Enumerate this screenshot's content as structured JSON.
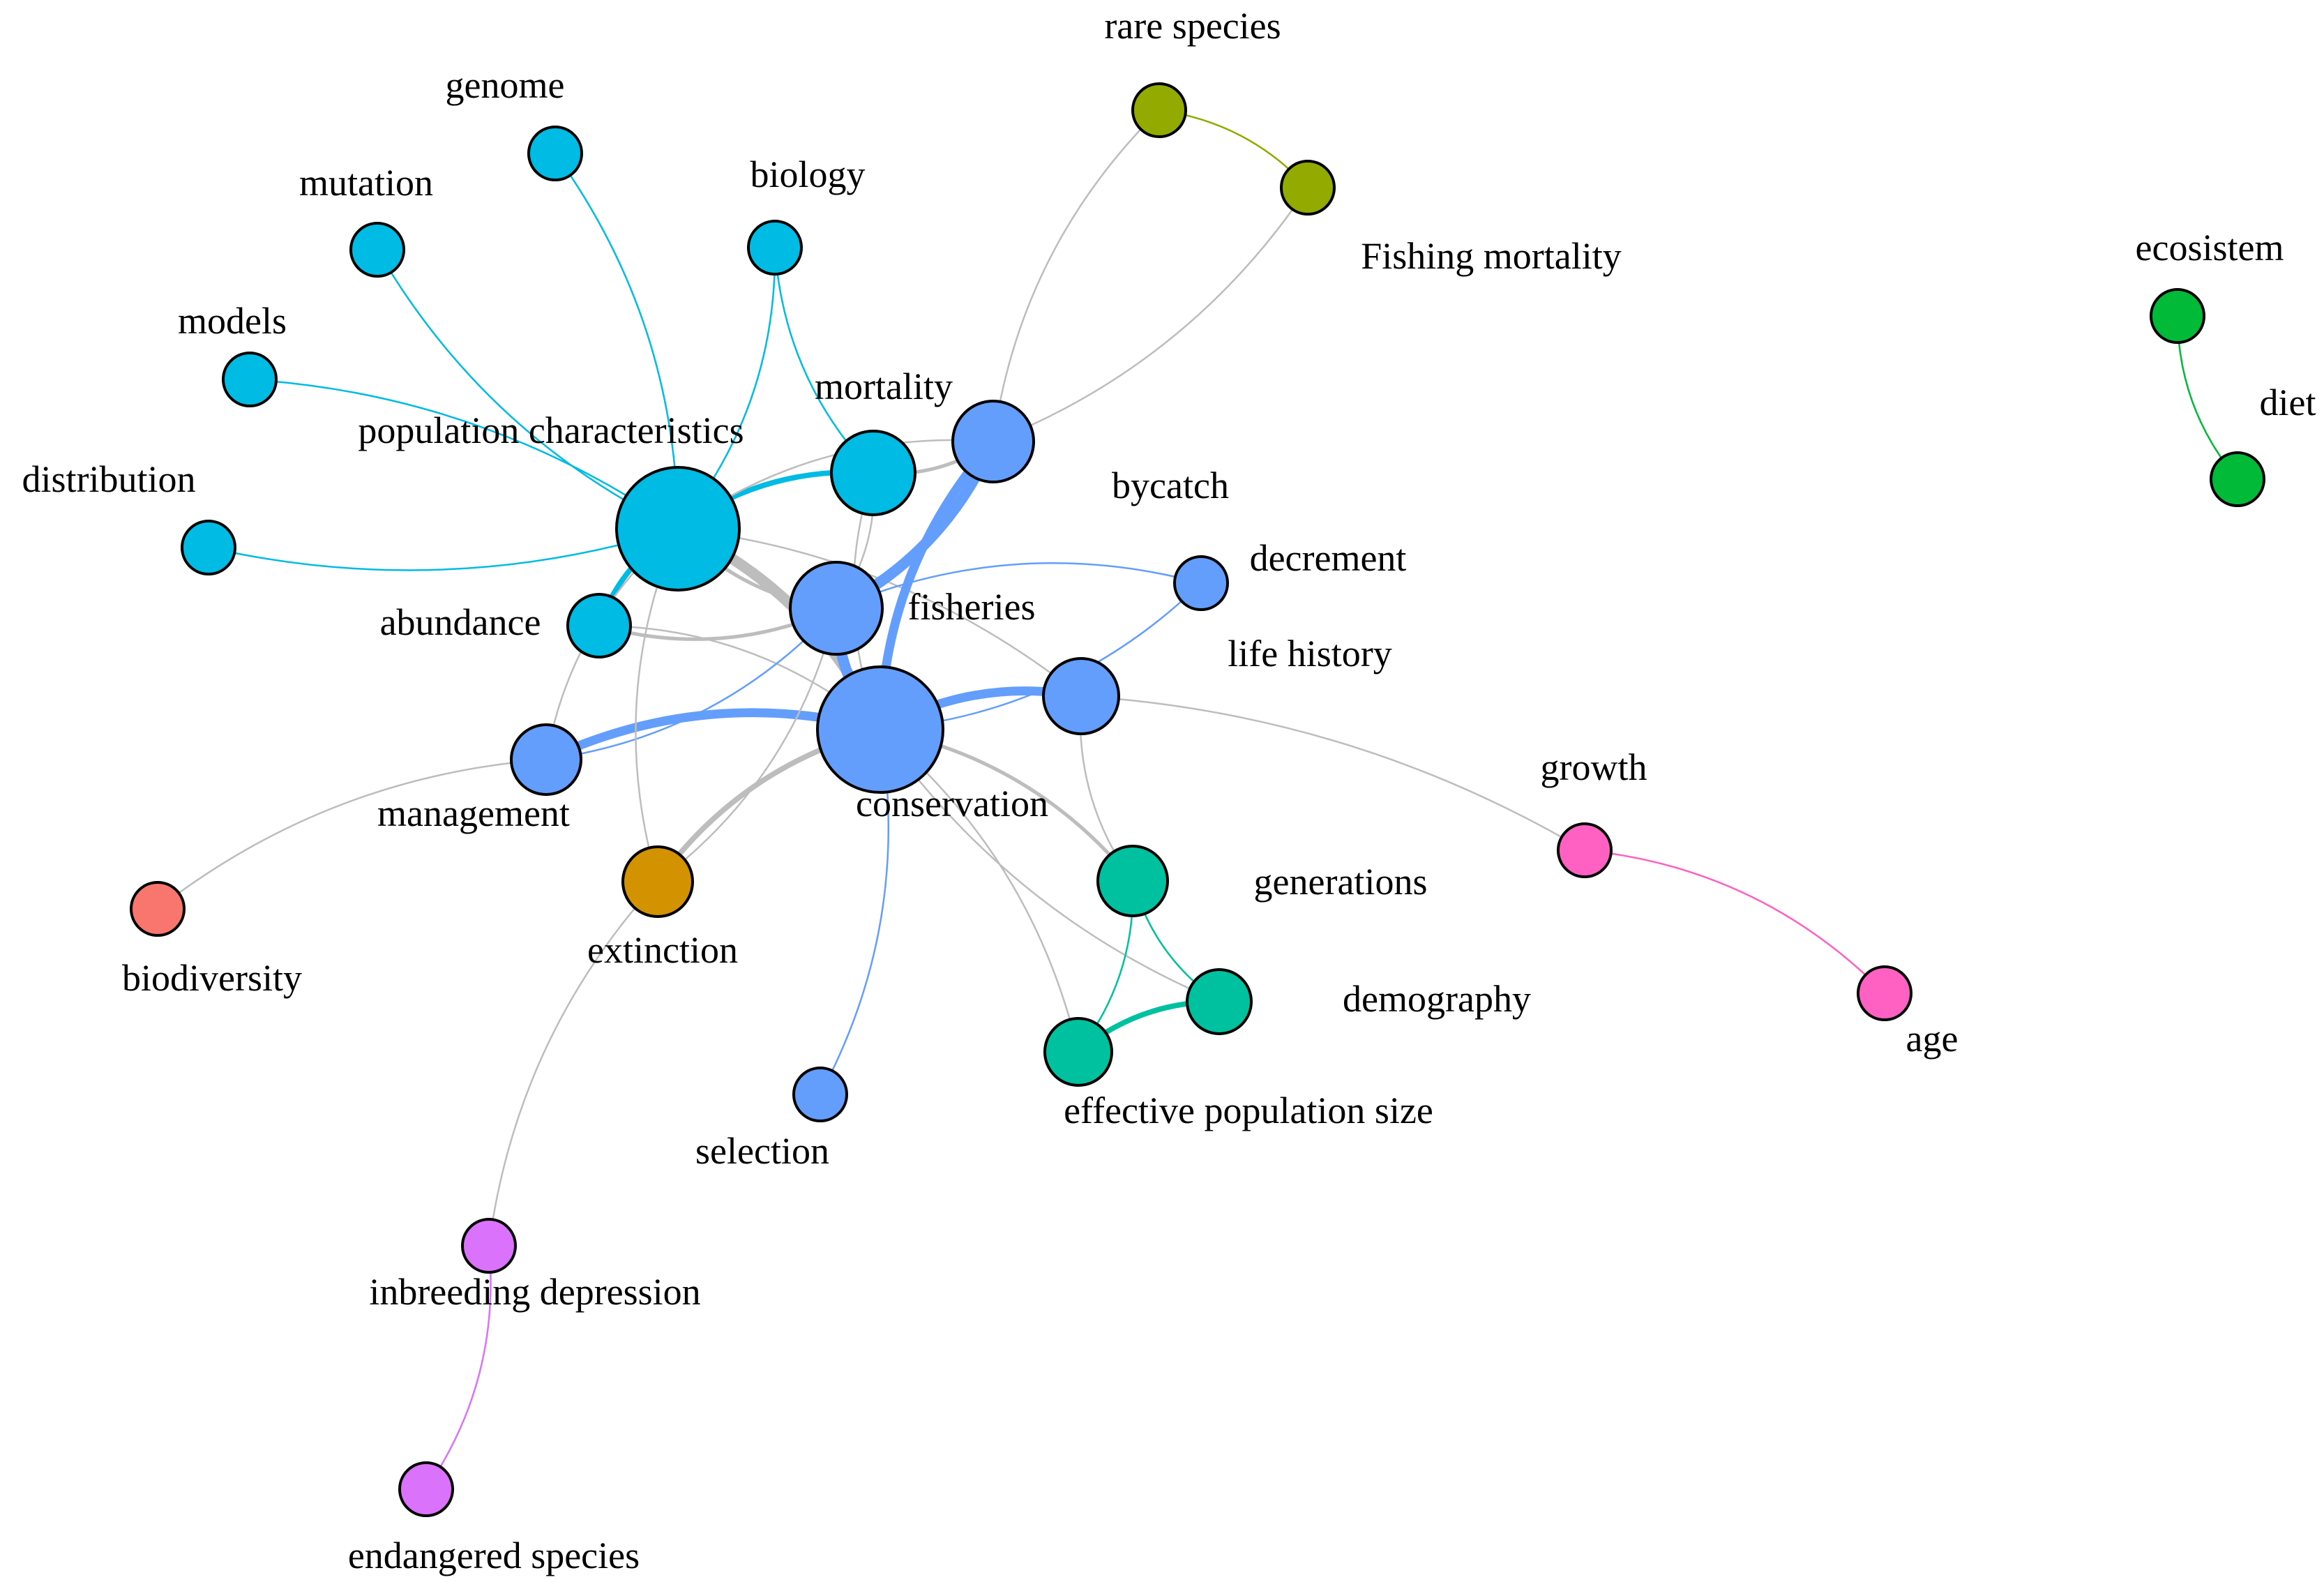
{
  "clusters": {
    "population": "#00BBE3",
    "conservation": "#649EFC",
    "fishing": "#93AA00",
    "ecology": "#00BA38",
    "genetics": "#00C19F",
    "growth": "#FF61C3",
    "biodiversity": "#F8766D",
    "extinction": "#D39200",
    "inbreeding": "#DB72FB"
  },
  "inter_cluster_edge_color": "#BDBDBD",
  "nodes": [
    {
      "id": "genome",
      "label": "genome",
      "cluster": "population",
      "size": "small"
    },
    {
      "id": "mutation",
      "label": "mutation",
      "cluster": "population",
      "size": "small"
    },
    {
      "id": "biology",
      "label": "biology",
      "cluster": "population",
      "size": "small"
    },
    {
      "id": "models",
      "label": "models",
      "cluster": "population",
      "size": "small"
    },
    {
      "id": "distribution",
      "label": "distribution",
      "cluster": "population",
      "size": "small"
    },
    {
      "id": "population_characteristics",
      "label": "population characteristics",
      "cluster": "population",
      "size": "large"
    },
    {
      "id": "mortality",
      "label": "mortality",
      "cluster": "population",
      "size": "medium"
    },
    {
      "id": "abundance",
      "label": "abundance",
      "cluster": "population",
      "size": "small"
    },
    {
      "id": "bycatch",
      "label": "bycatch",
      "cluster": "conservation",
      "size": "medium"
    },
    {
      "id": "fisheries",
      "label": "fisheries",
      "cluster": "conservation",
      "size": "medium"
    },
    {
      "id": "decrement",
      "label": "decrement",
      "cluster": "conservation",
      "size": "small"
    },
    {
      "id": "life_history",
      "label": "life history",
      "cluster": "conservation",
      "size": "medium"
    },
    {
      "id": "conservation",
      "label": "conservation",
      "cluster": "conservation",
      "size": "large"
    },
    {
      "id": "management",
      "label": "management",
      "cluster": "conservation",
      "size": "medium"
    },
    {
      "id": "selection",
      "label": "selection",
      "cluster": "conservation",
      "size": "small"
    },
    {
      "id": "rare_species",
      "label": "rare species",
      "cluster": "fishing",
      "size": "small"
    },
    {
      "id": "fishing_mortality",
      "label": "Fishing mortality",
      "cluster": "fishing",
      "size": "small"
    },
    {
      "id": "ecosistem",
      "label": "ecosistem",
      "cluster": "ecology",
      "size": "small"
    },
    {
      "id": "diet",
      "label": "diet",
      "cluster": "ecology",
      "size": "small"
    },
    {
      "id": "generations",
      "label": "generations",
      "cluster": "genetics",
      "size": "medium"
    },
    {
      "id": "demography",
      "label": "demography",
      "cluster": "genetics",
      "size": "medium"
    },
    {
      "id": "effective_population_size",
      "label": "effective population size",
      "cluster": "genetics",
      "size": "medium"
    },
    {
      "id": "growth",
      "label": "growth",
      "cluster": "growth",
      "size": "small"
    },
    {
      "id": "age",
      "label": "age",
      "cluster": "growth",
      "size": "small"
    },
    {
      "id": "biodiversity",
      "label": "biodiversity",
      "cluster": "biodiversity",
      "size": "small"
    },
    {
      "id": "extinction",
      "label": "extinction",
      "cluster": "extinction",
      "size": "small"
    },
    {
      "id": "inbreeding_depression",
      "label": "inbreeding depression",
      "cluster": "inbreeding",
      "size": "small"
    },
    {
      "id": "endangered_species",
      "label": "endangered species",
      "cluster": "inbreeding",
      "size": "small"
    }
  ],
  "edges": [
    {
      "source": "genome",
      "target": "population_characteristics",
      "weight": 1
    },
    {
      "source": "mutation",
      "target": "population_characteristics",
      "weight": 1
    },
    {
      "source": "biology",
      "target": "population_characteristics",
      "weight": 1
    },
    {
      "source": "biology",
      "target": "mortality",
      "weight": 1
    },
    {
      "source": "models",
      "target": "population_characteristics",
      "weight": 1
    },
    {
      "source": "distribution",
      "target": "population_characteristics",
      "weight": 1
    },
    {
      "source": "population_characteristics",
      "target": "mortality",
      "weight": 3
    },
    {
      "source": "population_characteristics",
      "target": "abundance",
      "weight": 3
    },
    {
      "source": "population_characteristics",
      "target": "conservation",
      "weight": 6
    },
    {
      "source": "population_characteristics",
      "target": "fisheries",
      "weight": 2
    },
    {
      "source": "population_characteristics",
      "target": "bycatch",
      "weight": 1
    },
    {
      "source": "population_characteristics",
      "target": "management",
      "weight": 1
    },
    {
      "source": "population_characteristics",
      "target": "life_history",
      "weight": 1
    },
    {
      "source": "abundance",
      "target": "fisheries",
      "weight": 2
    },
    {
      "source": "abundance",
      "target": "conservation",
      "weight": 1
    },
    {
      "source": "mortality",
      "target": "bycatch",
      "weight": 2
    },
    {
      "source": "mortality",
      "target": "fisheries",
      "weight": 1
    },
    {
      "source": "mortality",
      "target": "conservation",
      "weight": 1
    },
    {
      "source": "bycatch",
      "target": "fisheries",
      "weight": 6
    },
    {
      "source": "bycatch",
      "target": "conservation",
      "weight": 5
    },
    {
      "source": "bycatch",
      "target": "rare_species",
      "weight": 1
    },
    {
      "source": "bycatch",
      "target": "fishing_mortality",
      "weight": 1
    },
    {
      "source": "rare_species",
      "target": "fishing_mortality",
      "weight": 1
    },
    {
      "source": "fisheries",
      "target": "conservation",
      "weight": 6
    },
    {
      "source": "fisheries",
      "target": "management",
      "weight": 1
    },
    {
      "source": "decrement",
      "target": "fisheries",
      "weight": 1
    },
    {
      "source": "decrement",
      "target": "conservation",
      "weight": 1
    },
    {
      "source": "life_history",
      "target": "conservation",
      "weight": 5
    },
    {
      "source": "life_history",
      "target": "growth",
      "weight": 1
    },
    {
      "source": "life_history",
      "target": "generations",
      "weight": 1
    },
    {
      "source": "management",
      "target": "conservation",
      "weight": 5
    },
    {
      "source": "management",
      "target": "biodiversity",
      "weight": 1
    },
    {
      "source": "conservation",
      "target": "selection",
      "weight": 1
    },
    {
      "source": "conservation",
      "target": "extinction",
      "weight": 3
    },
    {
      "source": "conservation",
      "target": "generations",
      "weight": 2
    },
    {
      "source": "conservation",
      "target": "demography",
      "weight": 1
    },
    {
      "source": "conservation",
      "target": "effective_population_size",
      "weight": 1
    },
    {
      "source": "extinction",
      "target": "fisheries",
      "weight": 1
    },
    {
      "source": "extinction",
      "target": "population_characteristics",
      "weight": 1
    },
    {
      "source": "extinction",
      "target": "inbreeding_depression",
      "weight": 1
    },
    {
      "source": "inbreeding_depression",
      "target": "endangered_species",
      "weight": 1
    },
    {
      "source": "generations",
      "target": "demography",
      "weight": 1
    },
    {
      "source": "generations",
      "target": "effective_population_size",
      "weight": 1
    },
    {
      "source": "demography",
      "target": "effective_population_size",
      "weight": 3
    },
    {
      "source": "growth",
      "target": "age",
      "weight": 1
    },
    {
      "source": "ecosistem",
      "target": "diet",
      "weight": 1
    }
  ]
}
